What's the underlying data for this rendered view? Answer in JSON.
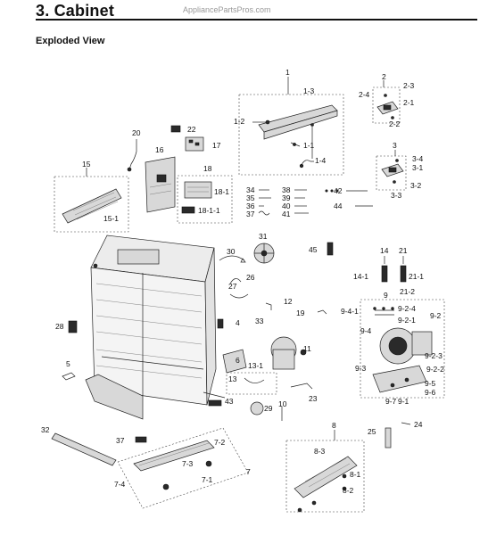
{
  "header": {
    "section_title": "3. Cabinet",
    "watermark": "AppliancePartsPros.com",
    "subtitle": "Exploded View"
  },
  "callouts": [
    "1",
    "1-3",
    "1-2",
    "1-1",
    "1-4",
    "2",
    "2-3",
    "2-4",
    "2-1",
    "2-2",
    "3",
    "3-4",
    "3-1",
    "3-2",
    "3-3",
    "20",
    "22",
    "17",
    "16",
    "15",
    "15-1",
    "18",
    "18-1",
    "18-1-1",
    "34",
    "35",
    "36",
    "37",
    "38",
    "39",
    "40",
    "41",
    "42",
    "44",
    "30",
    "31",
    "45",
    "14",
    "14-1",
    "21",
    "21-1",
    "21-2",
    "9",
    "9-2-4",
    "9-4-1",
    "9-2-1",
    "9-2",
    "9-4",
    "9-2-3",
    "9-3",
    "9-2-2",
    "9-5",
    "9-6",
    "9-7",
    "9-1",
    "28",
    "27",
    "26",
    "12",
    "19",
    "4",
    "33",
    "11",
    "6",
    "13-1",
    "13",
    "5",
    "43",
    "23",
    "29",
    "10",
    "32",
    "37",
    "7-2",
    "7-3",
    "7-4",
    "7-1",
    "7",
    "8",
    "8-3",
    "8-1",
    "8-2",
    "24",
    "25"
  ]
}
